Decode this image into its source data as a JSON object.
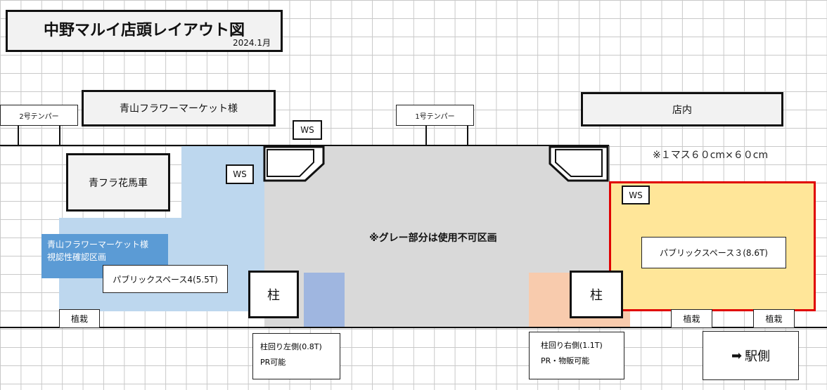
{
  "title": {
    "main": "中野マルイ店頭レイアウト図",
    "date": "2024.1月"
  },
  "top_labels": {
    "tenpa2": "2号テンパー",
    "aoyama_flower": "青山フラワーマーケット様",
    "tenpa1": "1号テンパー",
    "store_inside": "店内"
  },
  "ws_label": "WS",
  "scale_note": "※１マス６０cm×６０cm",
  "flower_cart": "青フラ花馬車",
  "visibility_zone": [
    "青山フラワーマーケット様",
    "視認性確認区画"
  ],
  "gray_note": "※グレー部分は使用不可区画",
  "public_space_4": "パブリックスペース4(5.5T)",
  "public_space_3": "パブリックスペース３(8.6T)",
  "pillar": "柱",
  "planting": "植栽",
  "pillar_left": {
    "line1": "柱回り左側(0.8T)",
    "line2": "PR可能"
  },
  "pillar_right": {
    "line1": "柱回り右側(1.1T)",
    "line2": "PR・物販可能"
  },
  "station": {
    "arrow": "➡",
    "label": "駅側"
  },
  "colors": {
    "light_blue": "#bdd7ee",
    "medium_blue": "#9fb6e0",
    "gray": "#d9d9d9",
    "orange": "#f8cbad",
    "yellow": "#ffe699",
    "zone_blue": "#5b9bd5",
    "red_border": "#e00000"
  }
}
